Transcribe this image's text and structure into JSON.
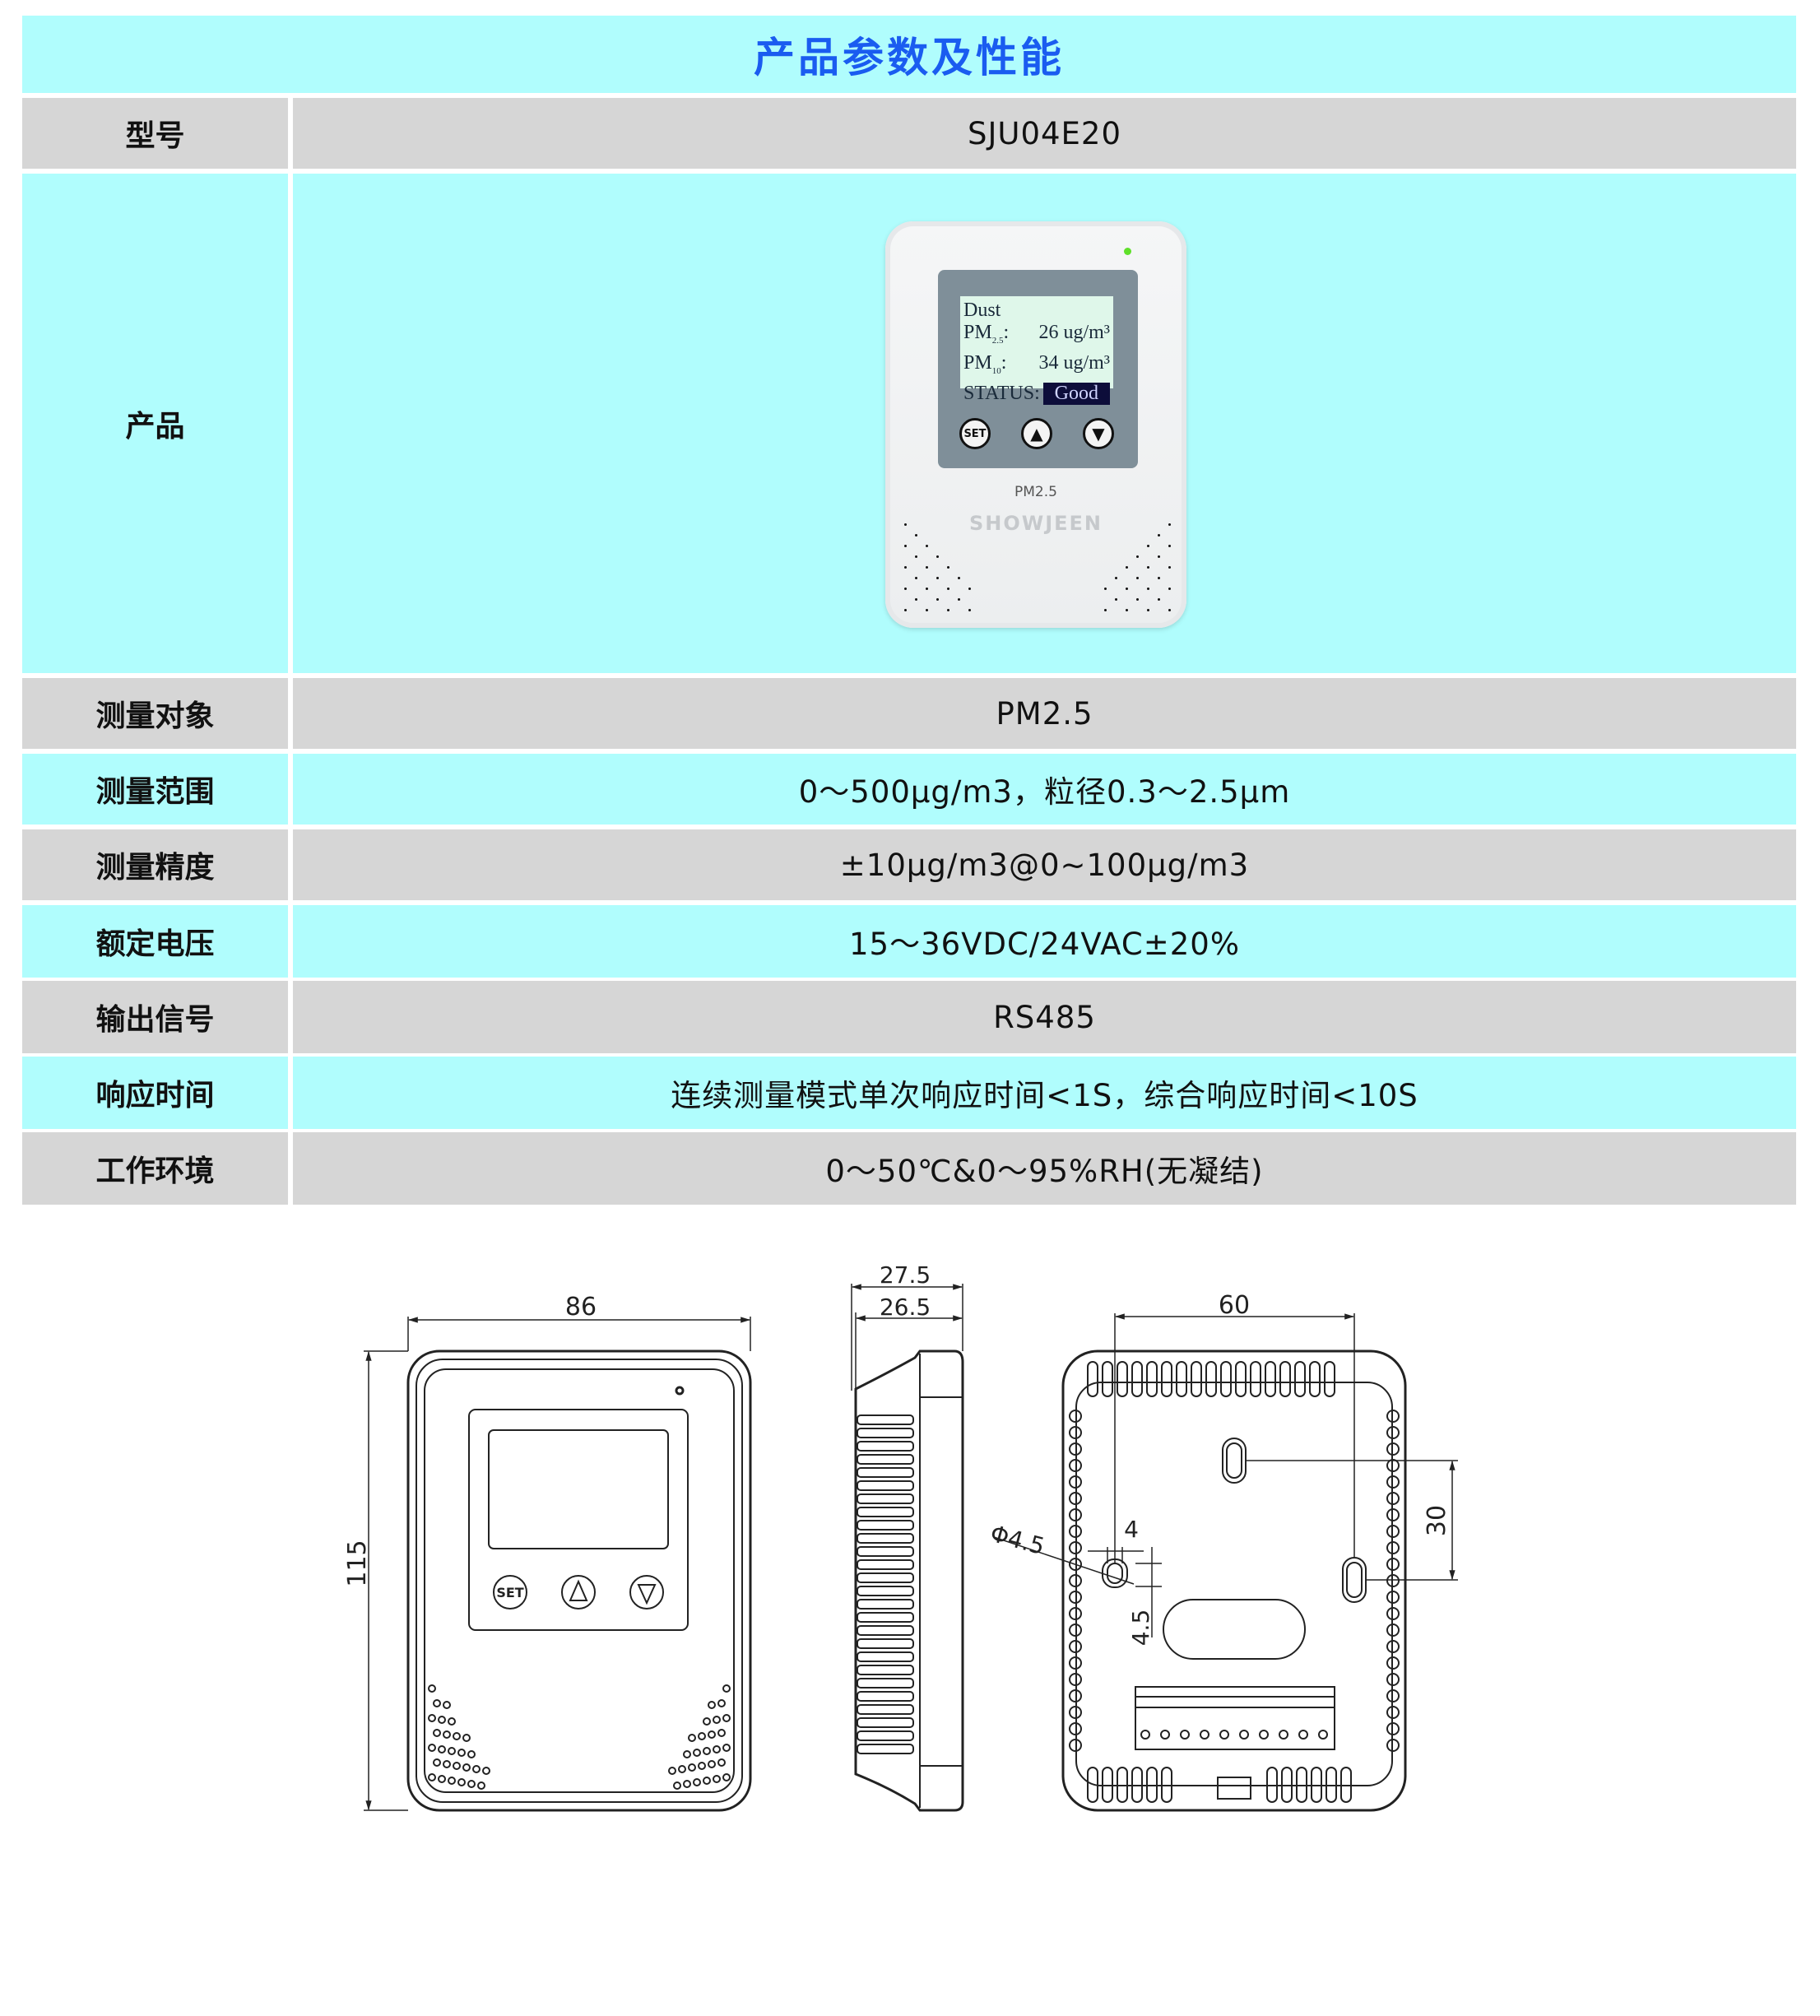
{
  "title": "产品参数及性能",
  "rows": [
    {
      "label": "型号",
      "value": "SJU04E20",
      "color": "gray"
    },
    {
      "label": "产品",
      "value": "",
      "color": "cyan"
    },
    {
      "label": "测量对象",
      "value": "PM2.5",
      "color": "gray"
    },
    {
      "label": "测量范围",
      "value": "0～500μg/m3，粒径0.3～2.5μm",
      "color": "cyan"
    },
    {
      "label": "测量精度",
      "value": "±10μg/m3@0~100μg/m3",
      "color": "gray"
    },
    {
      "label": "额定电压",
      "value": "15～36VDC/24VAC±20%",
      "color": "cyan"
    },
    {
      "label": "输出信号",
      "value": "RS485",
      "color": "gray"
    },
    {
      "label": "响应时间",
      "value": "连续测量模式单次响应时间<1S，综合响应时间<10S",
      "color": "cyan"
    },
    {
      "label": "工作环境",
      "value": "0～50℃&0～95%RH(无凝结)",
      "color": "gray"
    }
  ],
  "device": {
    "lcd": {
      "line1": "Dust",
      "pm25_label": "PM",
      "pm25_sub": "2.5",
      "pm25_value": "26 ug/m³",
      "pm10_label": "PM",
      "pm10_sub": "10",
      "pm10_value": "34 ug/m³",
      "status_label": "STATUS:",
      "status_value": "Good"
    },
    "buttons": {
      "set": "SET",
      "up": "▲",
      "down": "▼"
    },
    "model_label": "PM2.5",
    "brand": "SHOWJEEN",
    "led_color": "#5fe02a"
  },
  "colors": {
    "title": "#1a5cf0",
    "cyan": "#b0fdfd",
    "gray": "#d6d6d6"
  },
  "drawing": {
    "front_width": "86",
    "front_height": "115",
    "front_set_label": "SET",
    "side_depth_outer": "27.5",
    "side_depth_inner": "26.5",
    "back_hole_spacing_h": "60",
    "back_hole_spacing_v": "30",
    "hole_diameter": "Φ4.5",
    "hole_width": "4",
    "hole_length": "4.5"
  }
}
